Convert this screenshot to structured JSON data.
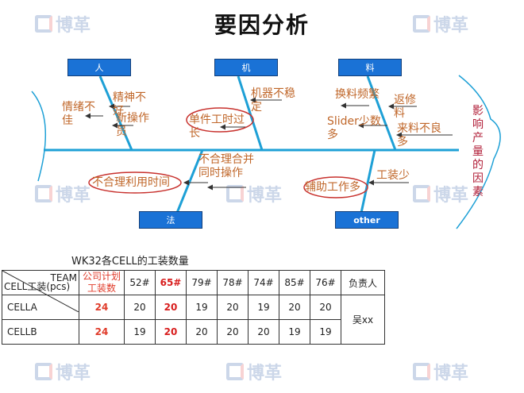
{
  "title": "要因分析",
  "watermark": {
    "text": "博革"
  },
  "categories": {
    "top": [
      "人",
      "机",
      "料"
    ],
    "bottom": [
      "法",
      "other"
    ]
  },
  "effect": "影响产量的因素",
  "causes": {
    "people": [
      "情绪不佳",
      "精神不好",
      "新操作员"
    ],
    "machine": [
      "单件工时过长",
      "机器不稳定"
    ],
    "material": [
      "换料频繁",
      "返修料",
      "Slider少数多",
      "来料不良多"
    ],
    "method": [
      "不合理利用时间",
      "不合理合并同时操作"
    ],
    "other": [
      "辅助工作多",
      "工装少"
    ]
  },
  "table": {
    "caption": "WK32各CELL的工装数量",
    "corner_top": "TEAM",
    "corner_bottom": "CELL工装(pcs)",
    "plan_header": "公司计划工装数",
    "teams": [
      "52#",
      "65#",
      "79#",
      "78#",
      "74#",
      "85#",
      "76#"
    ],
    "owner_header": "负责人",
    "rows": [
      {
        "name": "CELLA",
        "plan": "24",
        "values": [
          "20",
          "20",
          "19",
          "20",
          "19",
          "20",
          "20"
        ]
      },
      {
        "name": "CELLB",
        "plan": "24",
        "values": [
          "19",
          "20",
          "20",
          "20",
          "20",
          "19",
          "19"
        ]
      }
    ],
    "owner": "吴xx"
  },
  "colors": {
    "spine": "#1ea0d6",
    "box": "#1a72d6",
    "cause_text": "#c0672a",
    "circle": "#c8322e",
    "effect_text": "#b2203a",
    "highlight": "#d81e1e"
  }
}
